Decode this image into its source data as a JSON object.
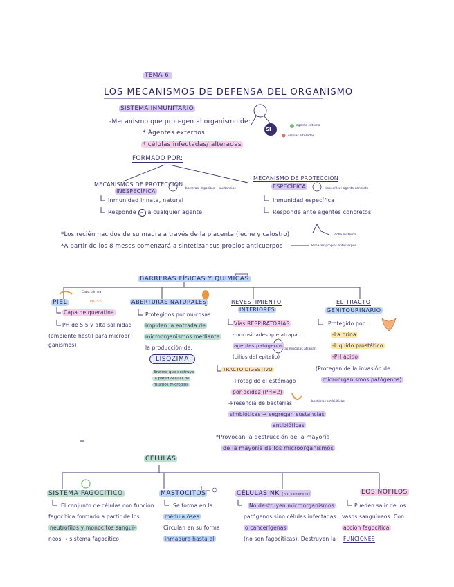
{
  "tema": "TEMA 6:",
  "title": "LOS MECANISMOS DE DEFENSA DEL ORGANISMO",
  "sistema": {
    "heading": "SISTEMA INMUNITARIO",
    "line1": "-Mecanismo que protegen al organismo de:",
    "item1": "* Agentes externos",
    "item2": "* células infectadas/ alteradas",
    "formado": "FORMADO POR:",
    "si_label": "SI",
    "si_note1": "agente externo",
    "si_note2": "células alteradas"
  },
  "inespecifico": {
    "heading1": "MECANISMOS DE PROTECCIÓN",
    "heading2": "INESPECÍFICA",
    "note": "barreras, fagocitos + sustancias",
    "line1": "Inmunidad innata, natural",
    "line2": "Responde",
    "line2b": "a cualquier agente",
    "badge": "="
  },
  "especifico": {
    "heading1": "MECANISMO DE PROTECCIÓN",
    "heading2": "ESPECÍFICA",
    "note": "específica: agente concreto",
    "line1": "Inmunidad específica",
    "line2": "Responde ante agentes concretos"
  },
  "notes": {
    "n1": "*Los recién nacidos de su madre a través de la placenta.(leche y calostro)",
    "n1_side": "leche materna",
    "n2": "*A partir de los 8 meses comenzará a sintetizar sus propios anticuerpos",
    "n2_side": "8 meses propios anticuerpos"
  },
  "barreras": {
    "heading": "BARRERAS FÍSICAS Y QUÍMICAS",
    "piel": {
      "heading": "PIEL",
      "tag1": "Capa córnea",
      "tag2": "PH=5'5",
      "l1": "Capa de queratina",
      "l2": "PH de 5'5 y alta salinidad",
      "l3": "(ambiente hostil para microor",
      "l4": "ganismos)"
    },
    "aberturas": {
      "heading": "ABERTURAS NATURALES",
      "l1": "Protegidos por mucosas",
      "l2": "impiden la entrada de",
      "l3": "microorganismos mediante",
      "l4": "la producción de:",
      "liso": "LISOZIMA",
      "e1": "Enzima que destruye",
      "e2": "la pared celular de",
      "e3": "muchos microbios"
    },
    "revestimiento": {
      "heading1": "REVESTIMIENTO",
      "heading2": "INTERIORES",
      "vias": "Vías RESPIRATORIAS",
      "v1": "-mucosidades que atrapan",
      "v2": "agentes patógenos",
      "v3": "(cilios del epitelio)",
      "tracto": "TRACTO DIGESTIVO",
      "t1": "-Protegido el estómago",
      "t2": "por acidez (PH=2)",
      "t3": "-Presencia de bacterias",
      "t4": "simbióticas → segregan sustancias",
      "t5": "antibióticas",
      "note1": "*Provocan la destrucción de la mayoría",
      "note2": "de la mayoría de los microorganismos",
      "side1": "las mucosas atrapan",
      "side2": "bacterias simbióticas"
    },
    "genitourinario": {
      "heading1": "EL TRACTO",
      "heading2": "GENITOURINARIO",
      "l1": "Protegido por:",
      "i1": "-La orina",
      "i2": "-Líquido prostático",
      "i3": "-PH ácido",
      "l2": "(Protegen de la invasión de",
      "l3": "microorganismos patógenos)"
    }
  },
  "celulas": {
    "heading": "CELULAS",
    "fagocitico": {
      "heading": "SISTEMA FAGOCÍTICO",
      "l1": "El conjunto de células con función",
      "l2": "fagocítica formado a partir de los",
      "l3": "neutrófilos y monocitos sanguí-",
      "l4": "neos → sistema fagocítico"
    },
    "mastocitos": {
      "heading": "MASTOCITOS",
      "l1": "Se forma en la",
      "l2": "médula ósea",
      "l3": "Circulan en su forma",
      "l4": "inmadura hasta el"
    },
    "nk": {
      "heading": "CÉLULAS NK",
      "sub": "(no concreto)",
      "l1": "No destruyen microorganismos",
      "l2": "patógenos sino células infectadas",
      "l3": "o cancerígenas",
      "l4": "(no son fagocíticas). Destruyen la"
    },
    "eosinofilos": {
      "heading": "EOSINÓFILOS",
      "l1": "Pueden salir de los",
      "l2": "vasos sanguíneos. Con",
      "l3": "acción fagocítica",
      "l4": "FUNCIONES"
    }
  }
}
